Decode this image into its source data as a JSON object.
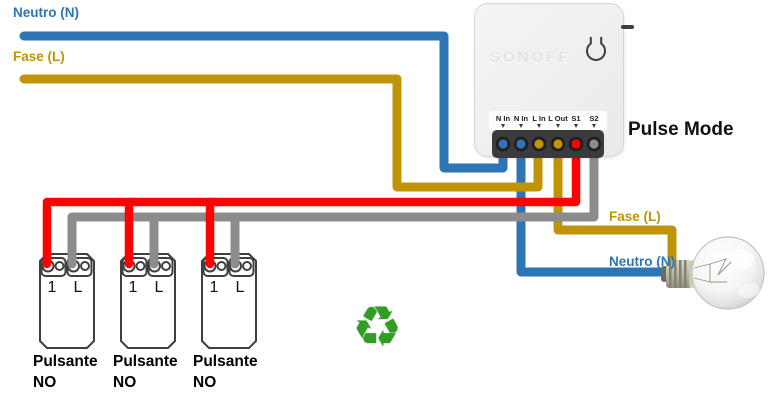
{
  "colors": {
    "blue": "#2E75B6",
    "gold": "#C19408",
    "red": "#FE0100",
    "gray": "#8C8C8C",
    "green": "#2F9E23"
  },
  "source_labels": {
    "neutral_in": "Neutro (N)",
    "phase_in": "Fase (L)"
  },
  "load_labels": {
    "phase_out": "Fase (L)",
    "neutral_out": "Neutro (N)"
  },
  "device": {
    "brand": "SONOFF",
    "mode": "Pulse Mode",
    "terminals": [
      {
        "label": "N In",
        "wire": "blue"
      },
      {
        "label": "N In",
        "wire": "blue"
      },
      {
        "label": "L In",
        "wire": "gold"
      },
      {
        "label": "L Out",
        "wire": "gold"
      },
      {
        "label": "S1",
        "wire": "red"
      },
      {
        "label": "S2",
        "wire": "gray"
      }
    ]
  },
  "switches": {
    "items": [
      {
        "terminal_1": "1",
        "terminal_2": "L",
        "caption_line1": "Pulsante",
        "caption_line2": "NO"
      },
      {
        "terminal_1": "1",
        "terminal_2": "L",
        "caption_line1": "Pulsante",
        "caption_line2": "NO"
      },
      {
        "terminal_1": "1",
        "terminal_2": "L",
        "caption_line1": "Pulsante",
        "caption_line2": "NO"
      }
    ]
  },
  "icons": {
    "recycle": "♻"
  }
}
